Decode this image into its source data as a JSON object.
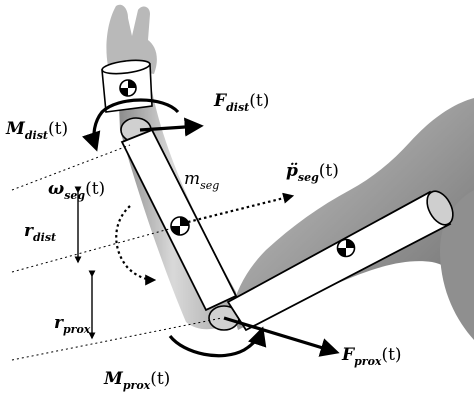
{
  "labels": {
    "m_dist": {
      "base": "M",
      "sub": "dist",
      "arg": "(t)"
    },
    "f_dist": {
      "base": "F",
      "sub": "dist",
      "arg": "(t)"
    },
    "m_seg": {
      "base": "m",
      "sub": "seg"
    },
    "p_seg": {
      "base": "p̈",
      "sub": "seg",
      "arg": "(t)"
    },
    "omega_seg": {
      "base": "ω",
      "sub": "seg",
      "arg": "(t)"
    },
    "r_dist": {
      "base": "r",
      "sub": "dist"
    },
    "r_prox": {
      "base": "r",
      "sub": "prox"
    },
    "m_prox": {
      "base": "M",
      "sub": "prox",
      "arg": "(t)"
    },
    "f_prox": {
      "base": "F",
      "sub": "prox",
      "arg": "(t)"
    }
  }
}
